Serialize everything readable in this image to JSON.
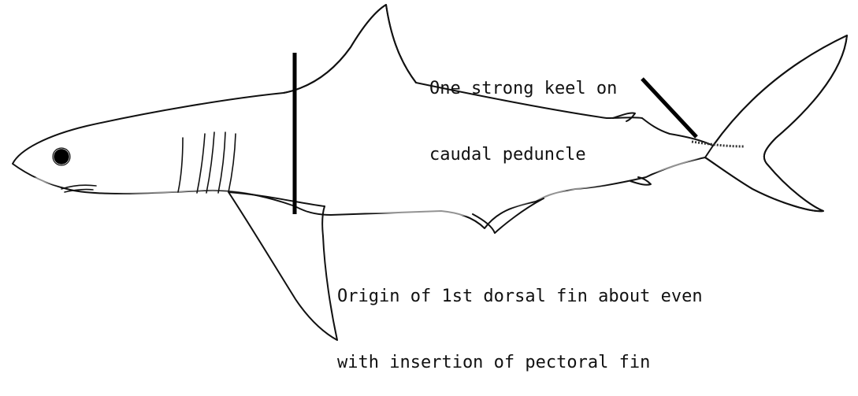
{
  "annotations": {
    "keel": {
      "line1": "One strong keel on",
      "line2": "caudal peduncle"
    },
    "dorsal_origin": {
      "line1": "Origin of 1st dorsal fin about even",
      "line2": "with insertion of pectoral fin"
    }
  },
  "colors": {
    "ink": "#111111",
    "background": "#ffffff"
  }
}
